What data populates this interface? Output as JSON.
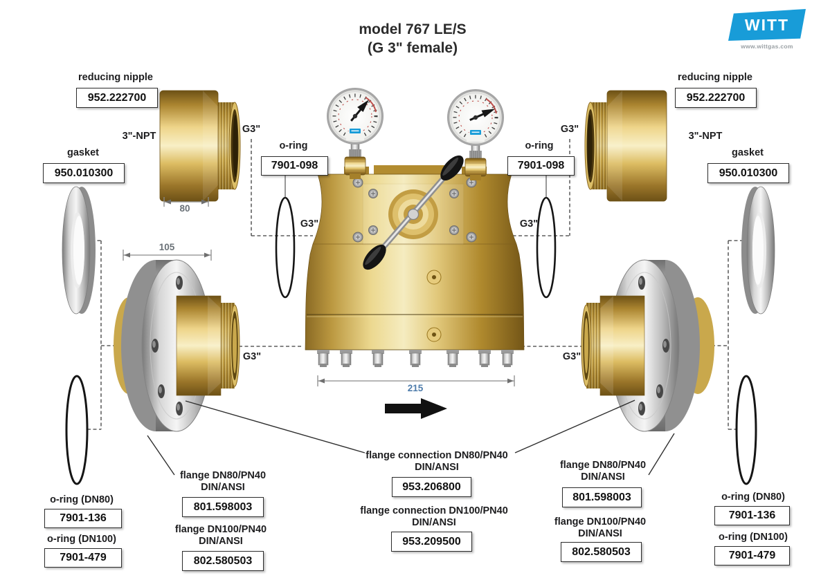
{
  "title": {
    "line1": "model 767 LE/S",
    "line2": "(G 3\" female)"
  },
  "logo": {
    "brand": "WITT",
    "website": "www.wittgas.com",
    "brand_blue": "#189cd8"
  },
  "labels": {
    "reducing_nipple": "reducing nipple",
    "gasket": "gasket",
    "oring": "o-ring",
    "oring_dn80": "o-ring (DN80)",
    "oring_dn100": "o-ring (DN100)",
    "flange_dn80": "flange DN80/PN40",
    "flange_dn100": "flange DN100/PN40",
    "flange_conn_dn80": "flange connection DN80/PN40",
    "flange_conn_dn100": "flange connection DN100/PN40",
    "din_ansi": "DIN/ANSI",
    "npt": "3\"-NPT",
    "g3": "G3\""
  },
  "part_numbers": {
    "reducing_nipple": "952.222700",
    "gasket": "950.010300",
    "oring_g3": "7901-098",
    "flange_dn80": "801.598003",
    "flange_dn100": "802.580503",
    "flange_conn_dn80": "953.206800",
    "flange_conn_dn100": "953.209500",
    "oring_dn80": "7901-136",
    "oring_dn100": "7901-479"
  },
  "dimensions": {
    "nipple_width": "80",
    "flange_width": "105",
    "body_width": "215"
  },
  "colors": {
    "dim_gray": "#6a7177",
    "dim_blue": "#4e7cab",
    "brass": "#c9a84c",
    "steel": "#bdbdbd"
  }
}
